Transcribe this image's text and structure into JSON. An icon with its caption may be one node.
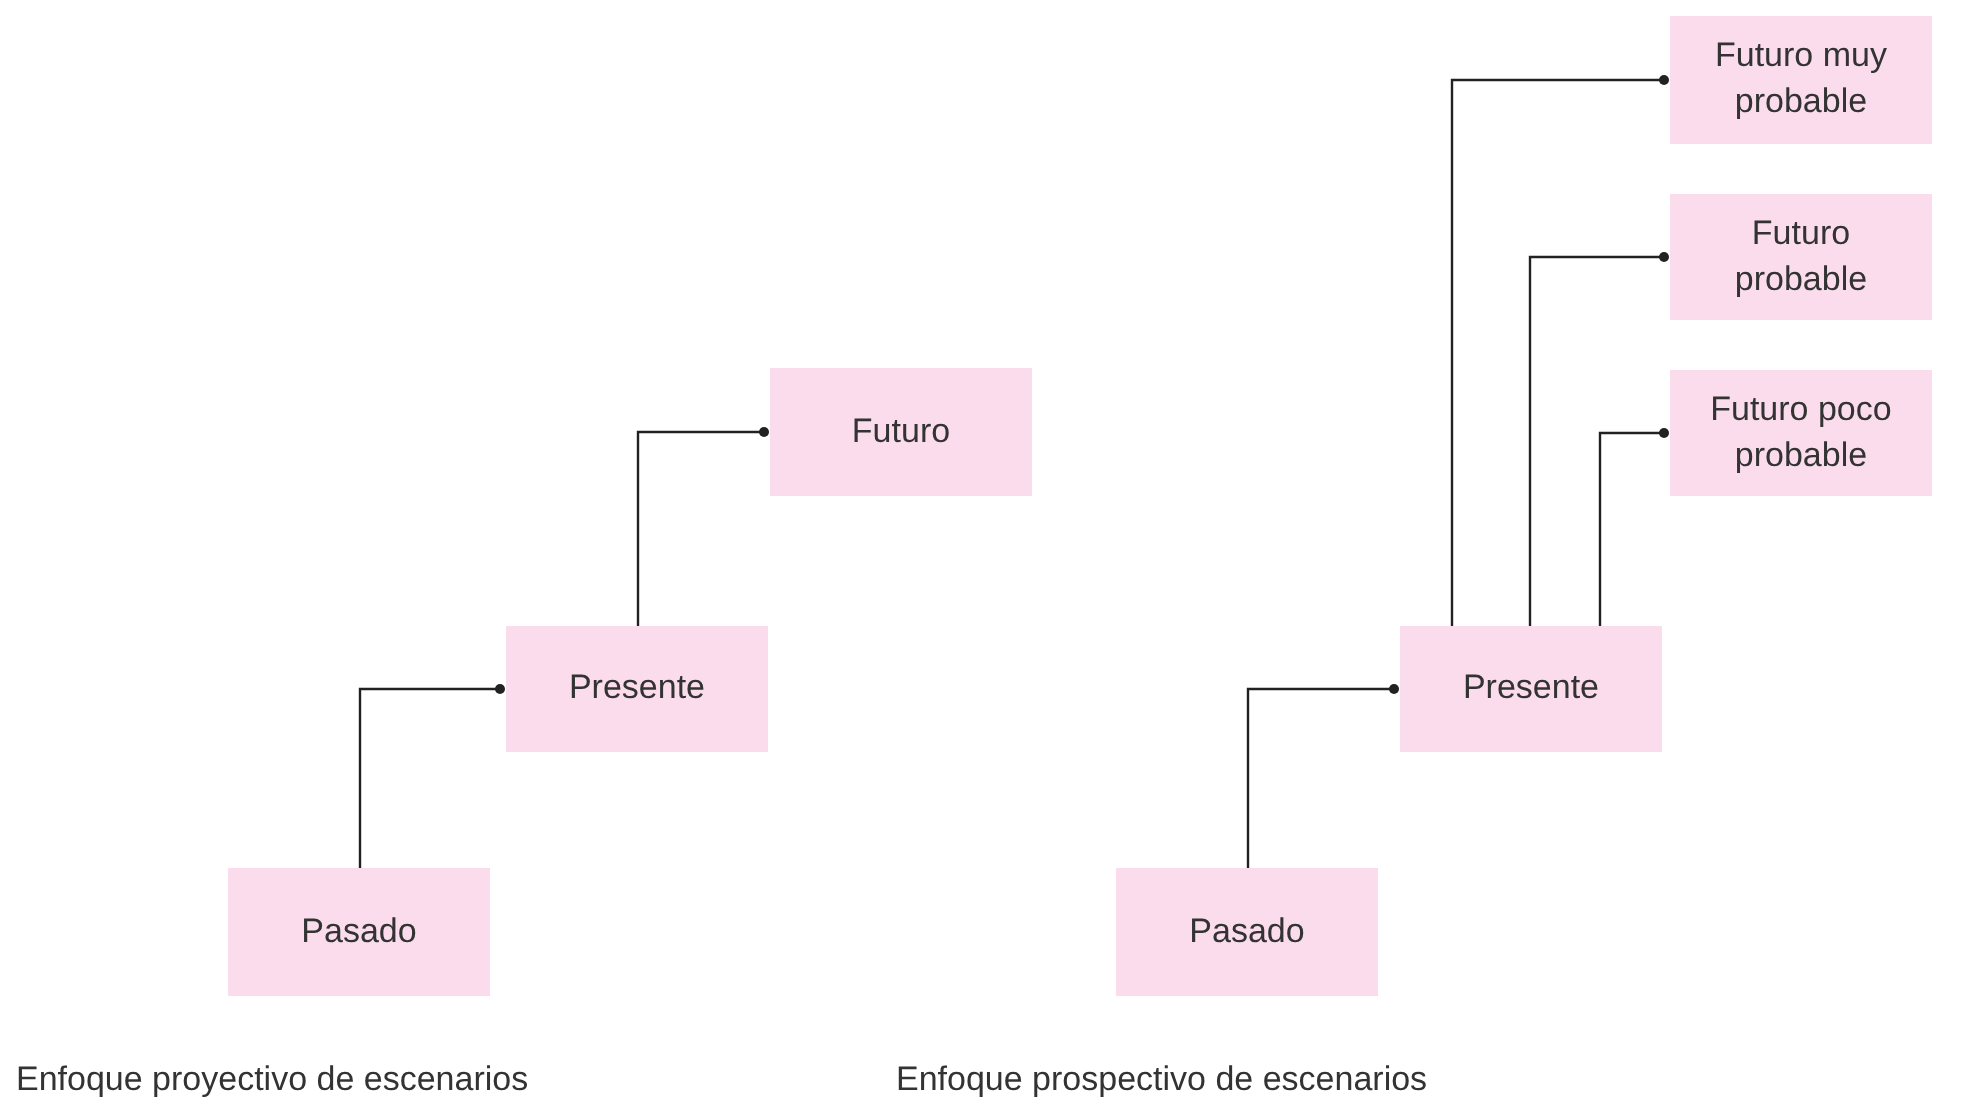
{
  "diagram": {
    "nodes": [
      {
        "text": [
          "Futuro"
        ]
      },
      {
        "text": [
          "Presente"
        ]
      },
      {
        "text": [
          "Pasado"
        ]
      },
      {
        "text": [
          "Futuro muy probable"
        ]
      },
      {
        "text": [
          "Futuro probable"
        ]
      },
      {
        "text": [
          "Futuro poco probable"
        ]
      },
      {
        "text": [
          "Presente"
        ]
      },
      {
        "text": [
          "Pasado"
        ]
      }
    ],
    "edges": [
      {
        "from": 2,
        "to": 1,
        "arrow": "other"
      },
      {
        "from": 1,
        "to": 0,
        "arrow": "other"
      },
      {
        "from": 7,
        "to": 6,
        "arrow": "other"
      },
      {
        "from": 6,
        "to": 3,
        "arrow": "other"
      },
      {
        "from": 6,
        "to": 4,
        "arrow": "other"
      },
      {
        "from": 6,
        "to": 5,
        "arrow": "other"
      }
    ],
    "labels": [
      "Enfoque proyectivo de escenarios",
      "Enfoque prospectivo de escenarios"
    ]
  }
}
